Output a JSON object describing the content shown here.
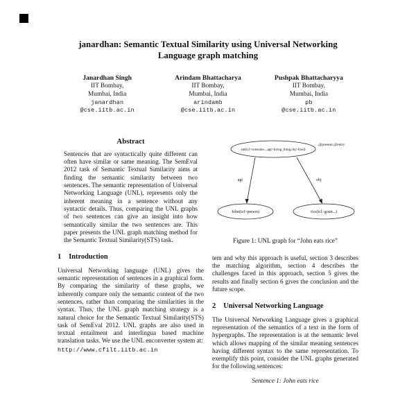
{
  "paper": {
    "title_line1": "janardhan: Semantic Textual Similarity using Universal Networking",
    "title_line2": "Language graph matching",
    "authors": [
      {
        "name": "Janardhan Singh",
        "affil1": "IIT Bombay,",
        "affil2": "Mumbai, India",
        "email1": "janardhan",
        "email2": "@cse.iitb.ac.in"
      },
      {
        "name": "Arindam Bhattacharya",
        "affil1": "IIT Bombay,",
        "affil2": "Mumbai, India",
        "email1": "arindamb",
        "email2": "@cse.iitb.ac.in"
      },
      {
        "name": "Pushpak Bhattacharyya",
        "affil1": "IIT Bombay,",
        "affil2": "Mumbai, India",
        "email1": "pb",
        "email2": "@cse.iitb.ac.in"
      }
    ],
    "abstract": {
      "heading": "Abstract",
      "text": "Sentences that are syntactically quite different can often have similar or same meaning. The SemEval 2012 task of Semantic Textual Similarity aims at finding the semantic similarity between two sentences. The semantic representation of Universal Networking Language (UNL), represents only the inherent meaning in a sentence without any syntactic details. Thus, comparing the UNL graphs of two sentences can give an insight into how semantically similar the two sentences are. This paper presents the UNL graph matching method for the Semantic Textual Similarity(STS) task."
    },
    "intro": {
      "num": "1",
      "label": "Introduction",
      "text": "Universal Networking language (UNL) gives the semantic representation of sentences in a graphical form. By comparing the similarity of these graphs, we inherently compare only the semantic content of the two sentences, rather than comparing the similarities in the syntax. Thus, the UNL graph matching strategy is a natural choice for the Semantic Textual Similarity(STS) task of SemEval 2012. UNL graphs are also used in textual entailment and interlingua based machine translation tasks. We use the UNL enconverter system at:",
      "link": "http://www.cfilt.iitb.ac.in"
    },
    "figure": {
      "caption": "Figure 1: UNL graph for “John eats rice”",
      "node_top": "eat(icl>consume...,agt>living_thing,obj>food)",
      "node_top_attr": ".@present.@entry",
      "edge_left": "agt",
      "edge_right": "obj",
      "node_left": "John(iof>person)",
      "node_right": "rice(icl>grain...)"
    },
    "right_col": {
      "continuation": "tem and why this approach is useful, section 3 describes the matching algorithm, section 4 describes the challenges faced in this approach, section 5 gives the results and finally section 6 gives the conclusion and the future scope.",
      "sec_num": "2",
      "sec_label": "Universal Networking Language",
      "text": "The Universal Networking Language gives a graphical representation of the semantics of a text in the form of hypergraphs. The representation is at the semantic level which allows mapping of the similar meaning sentences having different syntax to the same representation. To exemplify this point, consider the UNL graphs generated for the following sentences:",
      "sentence1": "Sentence 1: John eats rice"
    }
  }
}
